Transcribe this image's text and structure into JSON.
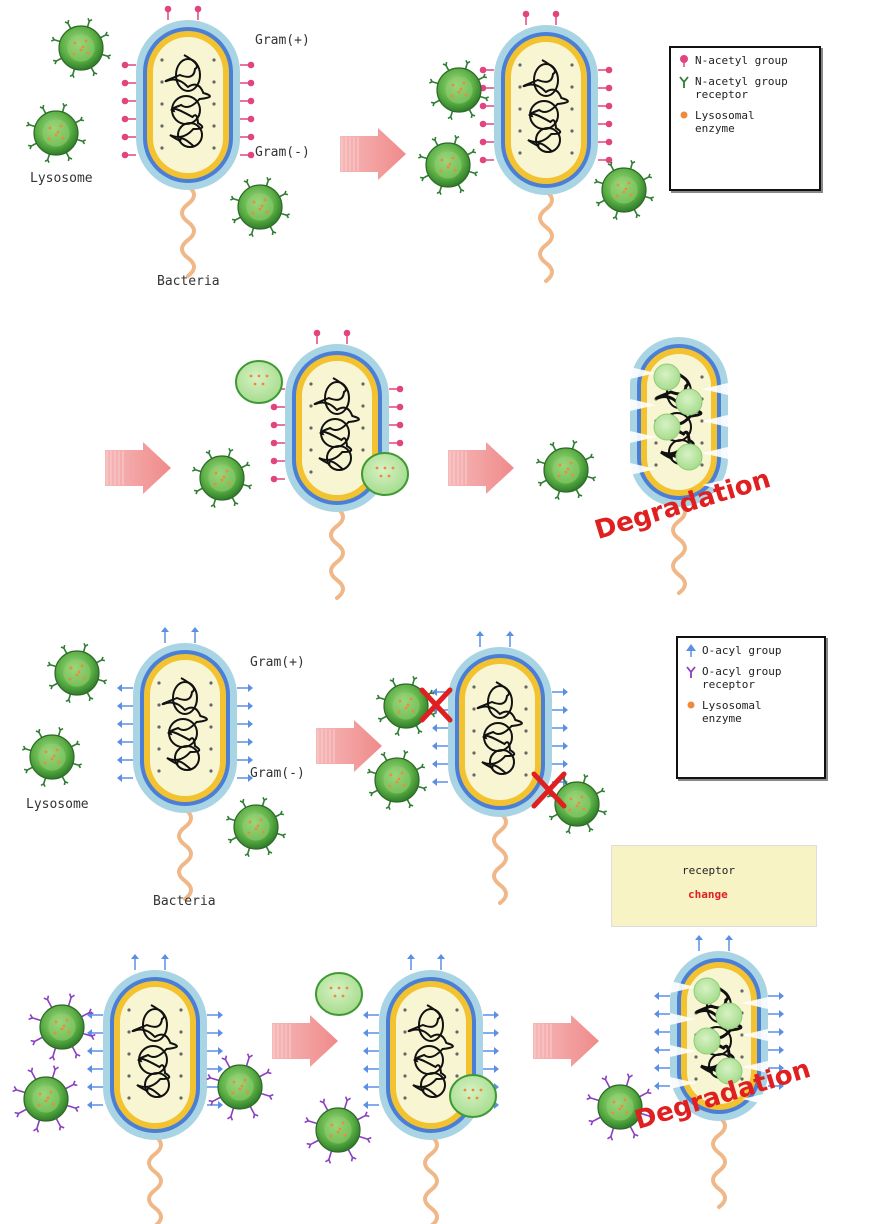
{
  "labels": {
    "gram_pos": "Gram(+)",
    "gram_neg": "Gram(-)",
    "lysosome": "Lysosome",
    "bacteria": "Bacteria",
    "degradation": "Degradation"
  },
  "legend_n": {
    "items": [
      {
        "marker": "pink-pin-icon",
        "text": "N-acetyl group"
      },
      {
        "marker": "green-y-receptor-icon",
        "text": "N-acetyl group receptor"
      },
      {
        "marker": "orange-dot-icon",
        "text": "Lysosomal enzyme"
      }
    ]
  },
  "legend_o": {
    "items": [
      {
        "marker": "blue-arrow-icon",
        "text": "O-acyl group"
      },
      {
        "marker": "purple-y-receptor-icon",
        "text": "O-acyl group receptor"
      },
      {
        "marker": "orange-dot-icon",
        "text": "Lysosomal enzyme"
      }
    ]
  },
  "receptor_change": {
    "line1": "receptor",
    "line2": "change"
  },
  "colors": {
    "lysosome_fill": "#3f9a35",
    "lysosome_inner": "#7cc765",
    "enzyme": "#f08a3a",
    "pink_group": "#e0457f",
    "blue_group": "#5b8fe6",
    "purple_receptor": "#8a3fbf",
    "arrow": "#f28c8c",
    "cell_outer": "#a9d4e4",
    "cell_yellow": "#f2c230",
    "cell_blue": "#4b7fd6",
    "cytoplasm": "#f8f6d2",
    "flagellum": "#f0b888",
    "degradation": "#e02020",
    "cross": "#e02020"
  }
}
